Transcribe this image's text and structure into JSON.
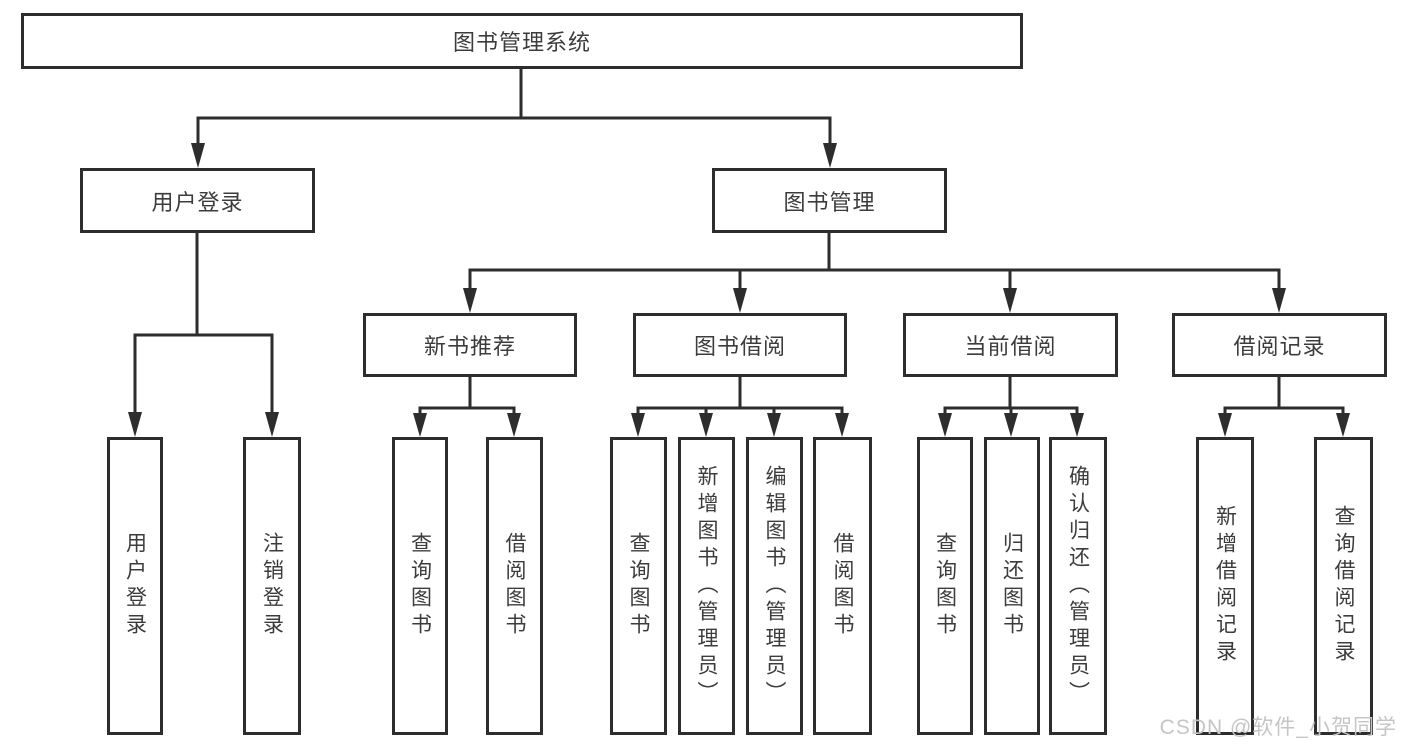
{
  "diagram": {
    "type": "hierarchy-tree",
    "title": "图书管理系统",
    "nodes": {
      "root": {
        "label": "图书管理系统"
      },
      "user_login": {
        "label": "用户登录"
      },
      "book_mgmt": {
        "label": "图书管理"
      },
      "new_rec": {
        "label": "新书推荐"
      },
      "book_borrow": {
        "label": "图书借阅"
      },
      "cur_borrow": {
        "label": "当前借阅"
      },
      "borrow_rec": {
        "label": "借阅记录"
      },
      "leaf_login": {
        "label": "用户登录"
      },
      "leaf_logout": {
        "label": "注销登录"
      },
      "rec_query": {
        "label": "查询图书"
      },
      "rec_borrow": {
        "label": "借阅图书"
      },
      "bb_query": {
        "label": "查询图书"
      },
      "bb_add": {
        "label": "新增图书（管理员）"
      },
      "bb_edit": {
        "label": "编辑图书（管理员）"
      },
      "bb_borrow": {
        "label": "借阅图书"
      },
      "cb_query": {
        "label": "查询图书"
      },
      "cb_return": {
        "label": "归还图书"
      },
      "cb_confirm": {
        "label": "确认归还（管理员）"
      },
      "br_add": {
        "label": "新增借阅记录"
      },
      "br_query": {
        "label": "查询借阅记录"
      }
    },
    "edges": [
      [
        "图书管理系统",
        "用户登录"
      ],
      [
        "图书管理系统",
        "图书管理"
      ],
      [
        "用户登录",
        "用户登录"
      ],
      [
        "用户登录",
        "注销登录"
      ],
      [
        "图书管理",
        "新书推荐"
      ],
      [
        "图书管理",
        "图书借阅"
      ],
      [
        "图书管理",
        "当前借阅"
      ],
      [
        "图书管理",
        "借阅记录"
      ],
      [
        "新书推荐",
        "查询图书"
      ],
      [
        "新书推荐",
        "借阅图书"
      ],
      [
        "图书借阅",
        "查询图书"
      ],
      [
        "图书借阅",
        "新增图书（管理员）"
      ],
      [
        "图书借阅",
        "编辑图书（管理员）"
      ],
      [
        "图书借阅",
        "借阅图书"
      ],
      [
        "当前借阅",
        "查询图书"
      ],
      [
        "当前借阅",
        "归还图书"
      ],
      [
        "当前借阅",
        "确认归还（管理员）"
      ],
      [
        "借阅记录",
        "新增借阅记录"
      ],
      [
        "借阅记录",
        "查询借阅记录"
      ]
    ],
    "colors": {
      "line": "#2d2d2d",
      "text": "#3c3c3c",
      "box_fill": "#ffffff",
      "watermark": "#c5c5c5"
    }
  },
  "watermark": {
    "text": "CSDN @软件_小贺同学"
  }
}
